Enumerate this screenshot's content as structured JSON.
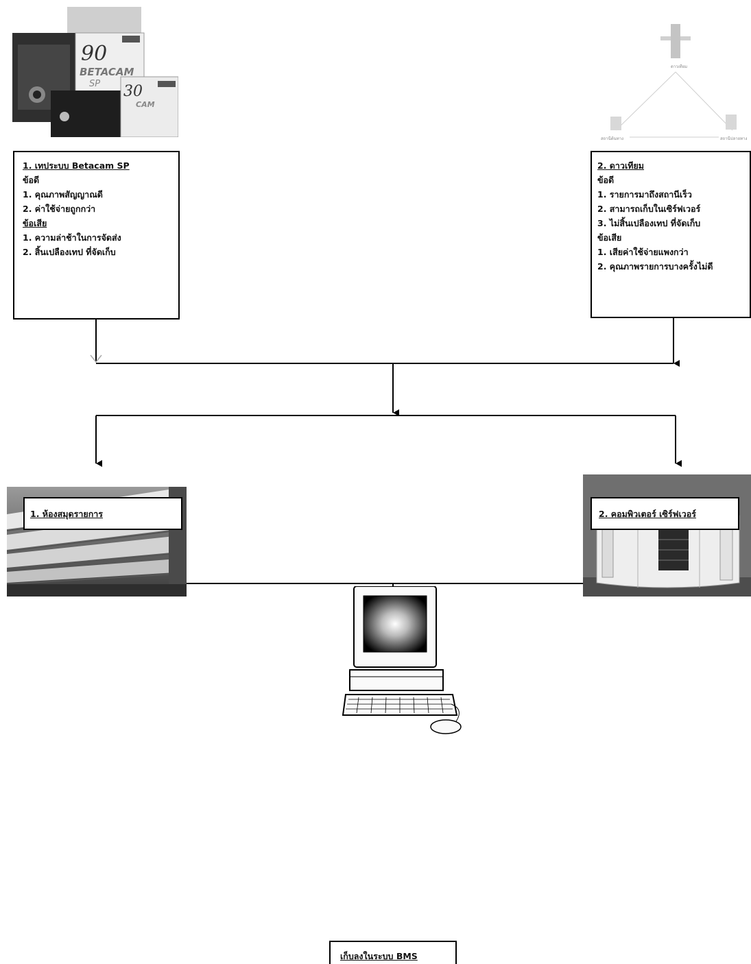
{
  "box1": {
    "title": "1. เทประบบ Betacam SP",
    "pros_label": "ข้อดี",
    "pros": [
      "1. คุณภาพสัญญาณดี",
      "2. ค่าใช้จ่ายถูกกว่า"
    ],
    "cons_label": "ข้อเสีย",
    "cons": [
      "1. ความล่าช้าในการจัดส่ง",
      "2. สิ้นเปลืองเทป ที่จัดเก็บ"
    ]
  },
  "box2": {
    "title": "2. ดาวเทียม",
    "pros_label": "ข้อดี",
    "pros": [
      "1. รายการมาถึงสถานีเร็ว",
      "2. สามารถเก็บในเซิร์ฟเวอร์",
      "3. ไม่สิ้นเปลืองเทป ที่จัดเก็บ"
    ],
    "cons_label": "ข้อเสีย",
    "cons": [
      "1. เสียค่าใช้จ่ายแพงกว่า",
      "2. คุณภาพรายการบางครั้งไม่ดี"
    ]
  },
  "tape_labels": [
    "90",
    "BETACAM",
    "SP",
    "30",
    "CAM"
  ],
  "storage1": "1. ห้องสมุดรายการ",
  "storage2": "2. คอมพิวเตอร์ เซิร์ฟเวอร์",
  "final": "เก็บลงในระบบ BMS"
}
